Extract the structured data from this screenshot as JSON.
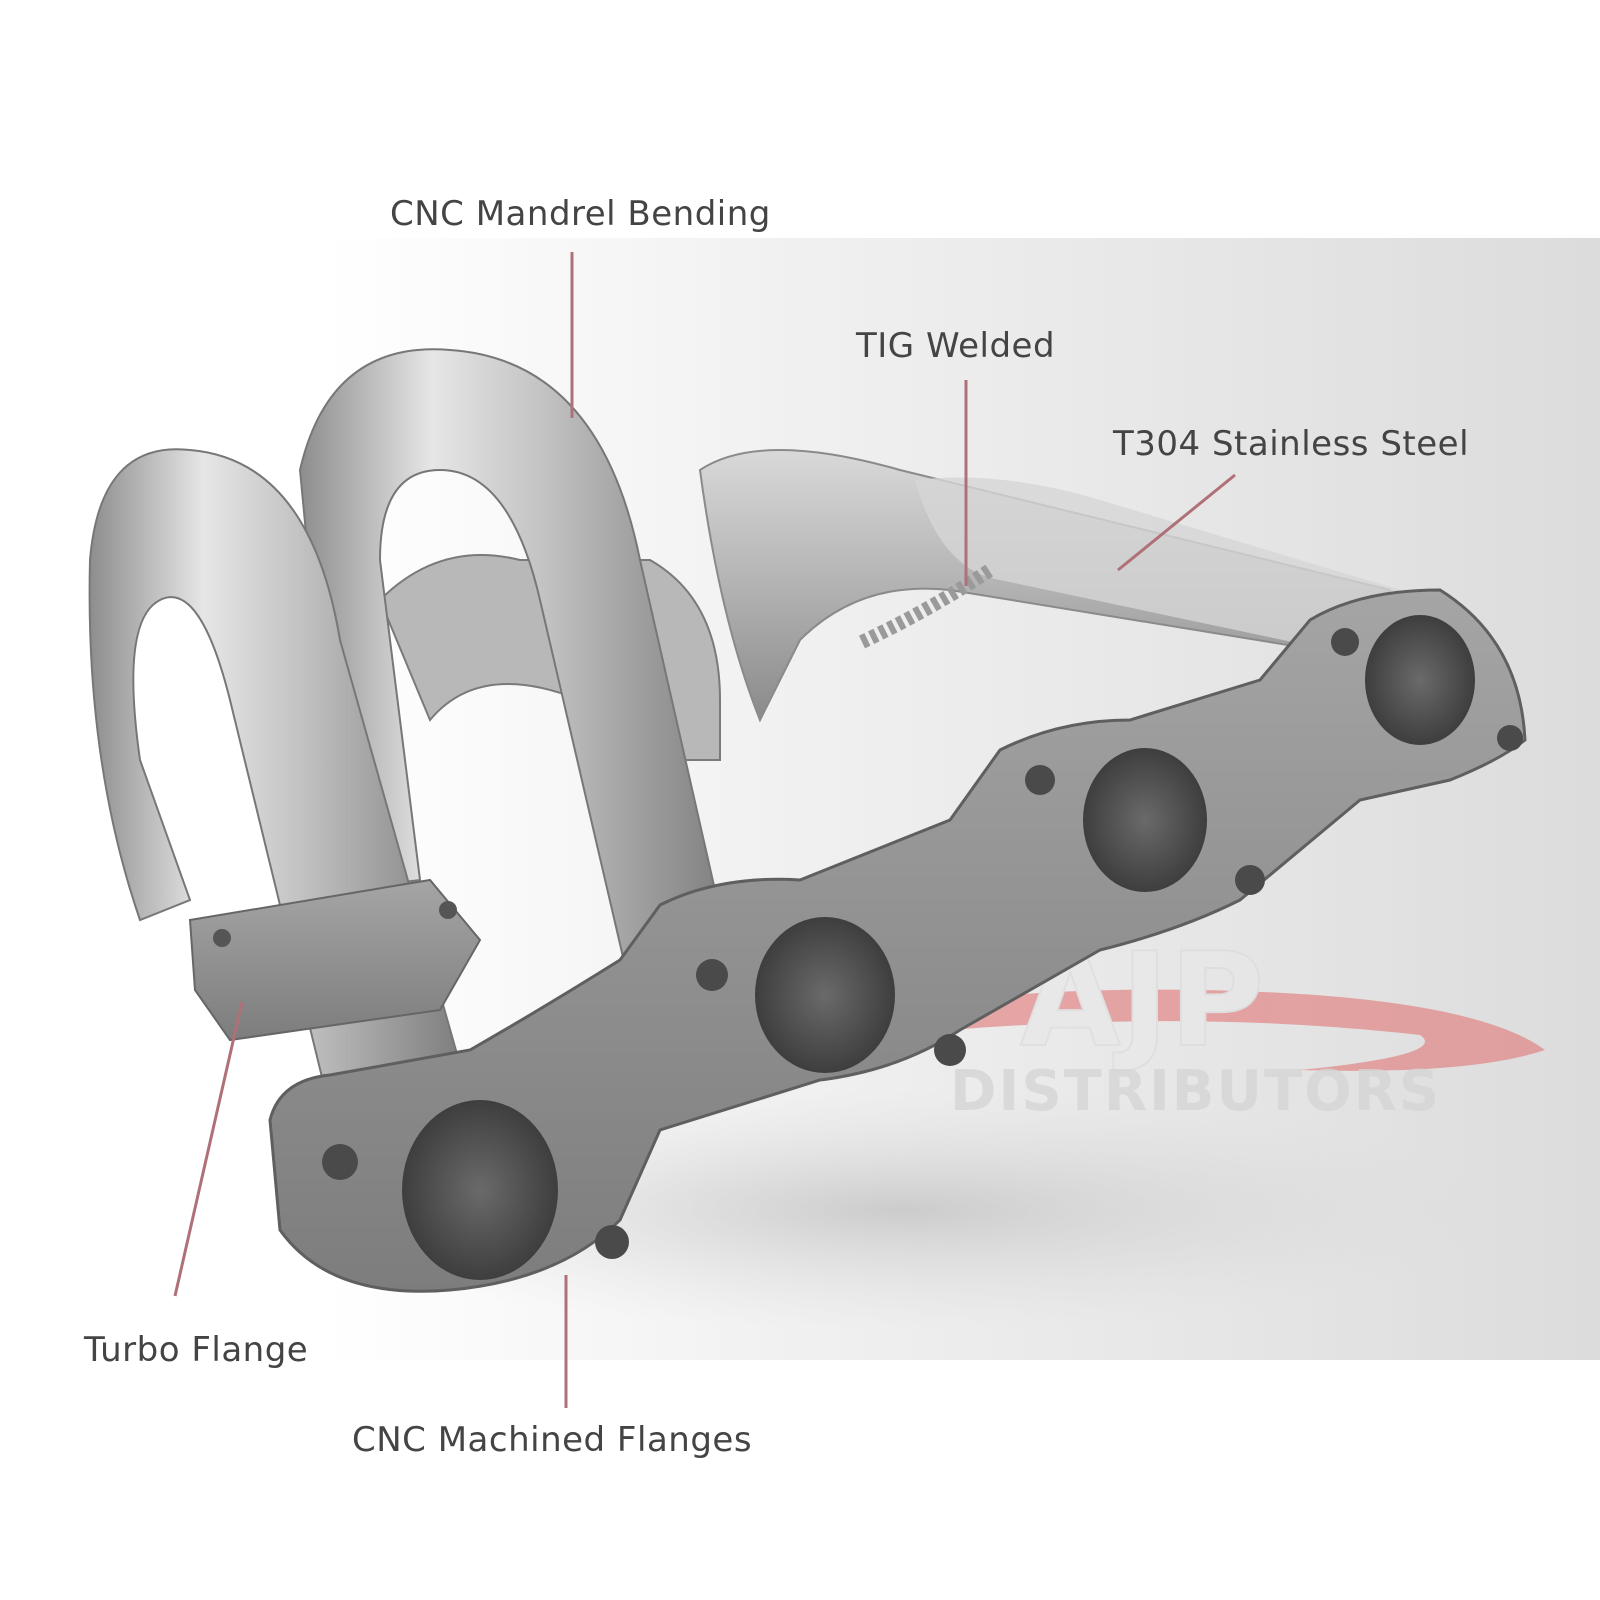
{
  "callouts": {
    "mandrel": "CNC Mandrel Bending",
    "tig": "TIG Welded",
    "steel": "T304 Stainless Steel",
    "turbo": "Turbo Flange",
    "machined": "CNC Machined Flanges"
  },
  "watermark": {
    "logo_text": "AJP",
    "tagline": "DISTRIBUTORS"
  },
  "colors": {
    "leader_line": "#b07078",
    "label_text": "#444444",
    "steel": "#c8c8c8",
    "flange": "#8f8f8f",
    "watermark_red": "#d84a4a"
  }
}
